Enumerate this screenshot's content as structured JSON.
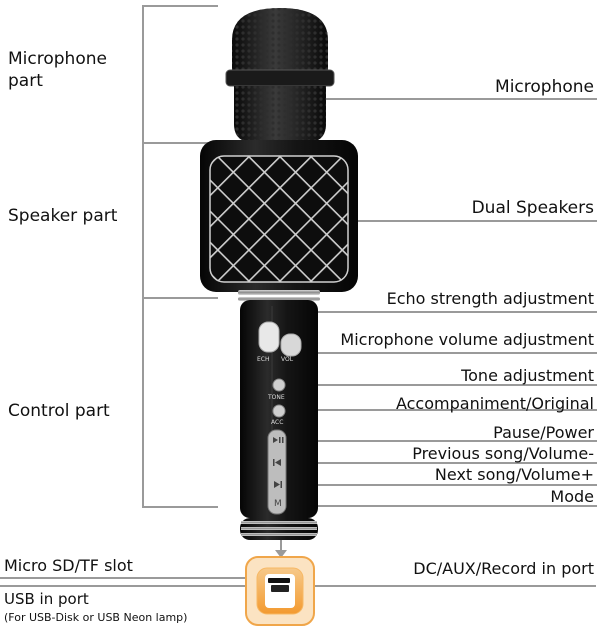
{
  "sections": {
    "microphone_part": [
      "Microphone",
      "part"
    ],
    "speaker_part": "Speaker part",
    "control_part": "Control part"
  },
  "callouts": {
    "microphone": "Microphone",
    "dual_speakers": "Dual Speakers",
    "echo": "Echo strength adjustment",
    "mic_volume": "Microphone volume adjustment",
    "tone": "Tone adjustment",
    "accompaniment": "Accompaniment/Original",
    "pause_power": "Pause/Power",
    "previous": "Previous song/Volume-",
    "next": "Next song/Volume+",
    "mode": "Mode",
    "dc_aux": "DC/AUX/Record in port",
    "micro_sd": "Micro SD/TF slot",
    "usb": "USB in port",
    "usb_note": "(For USB-Disk or  USB Neon lamp)"
  },
  "device_labels": {
    "ech": "ECH",
    "vol": "VOL",
    "tone": "TONE",
    "acc": "ACC",
    "mode_key": "M"
  },
  "colors": {
    "leader_line": "#9a9a9a",
    "body": "#151515",
    "port_frame": "#f0a64a"
  },
  "icons": {
    "echo_knob": "knob-icon",
    "vol_knob": "knob-icon",
    "pause": "play-pause-icon",
    "previous": "previous-icon",
    "next": "next-icon"
  }
}
